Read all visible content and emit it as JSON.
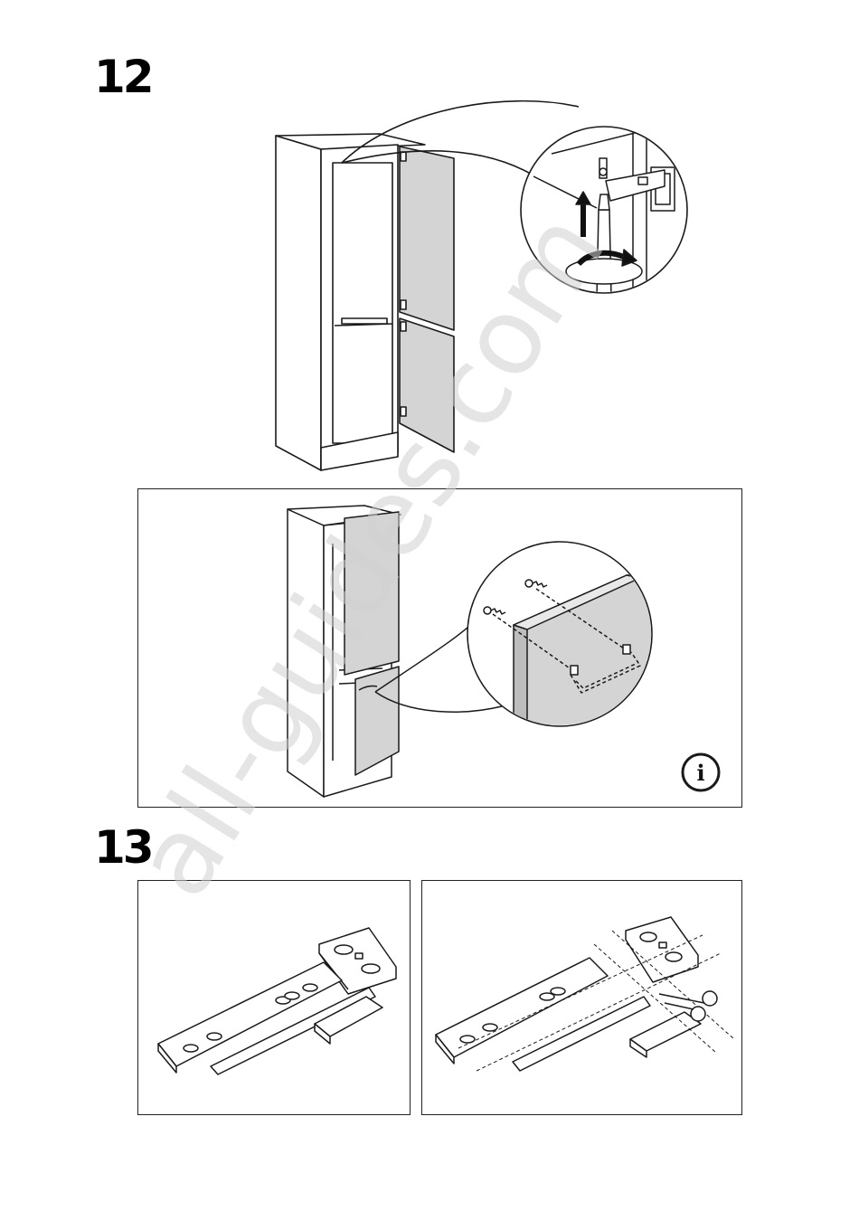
{
  "steps": {
    "step12": {
      "number": "12"
    },
    "step13": {
      "number": "13"
    }
  },
  "info_icon": {
    "glyph": "i",
    "icon": "info-icon"
  },
  "watermark": {
    "text": "all-guides.com"
  },
  "colors": {
    "line": "#1a1a1a",
    "panel_fill": "#d4d4d4",
    "watermark": "#cfcfcf"
  }
}
